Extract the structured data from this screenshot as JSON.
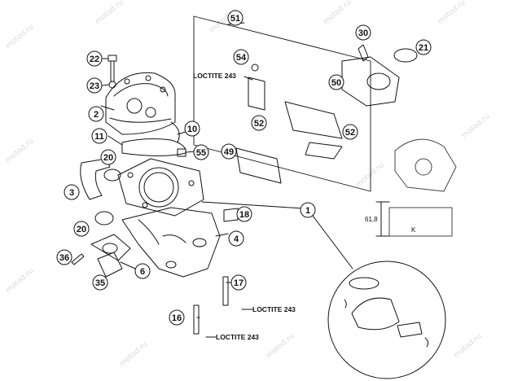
{
  "watermark": "motod.ru",
  "callouts": {
    "c1": "1",
    "c2": "2",
    "c3": "3",
    "c4": "4",
    "c6": "6",
    "c11": "11",
    "c10": "10",
    "c16": "16",
    "c17": "17",
    "c18": "18",
    "c20a": "20",
    "c20b": "20",
    "c21": "21",
    "c22": "22",
    "c23": "23",
    "c30": "30",
    "c35": "35",
    "c36": "36",
    "c49": "49",
    "c50": "50",
    "c51": "51",
    "c52a": "52",
    "c52b": "52",
    "c54": "54",
    "c55": "55"
  },
  "loctite": {
    "a": "LOCTITE 243",
    "b": "LOCTITE 243",
    "c": "LOCTITE 243"
  },
  "dimension": {
    "value": "61,8",
    "k": "K"
  },
  "colors": {
    "line": "#111111",
    "watermark": "#d8d8d8"
  }
}
